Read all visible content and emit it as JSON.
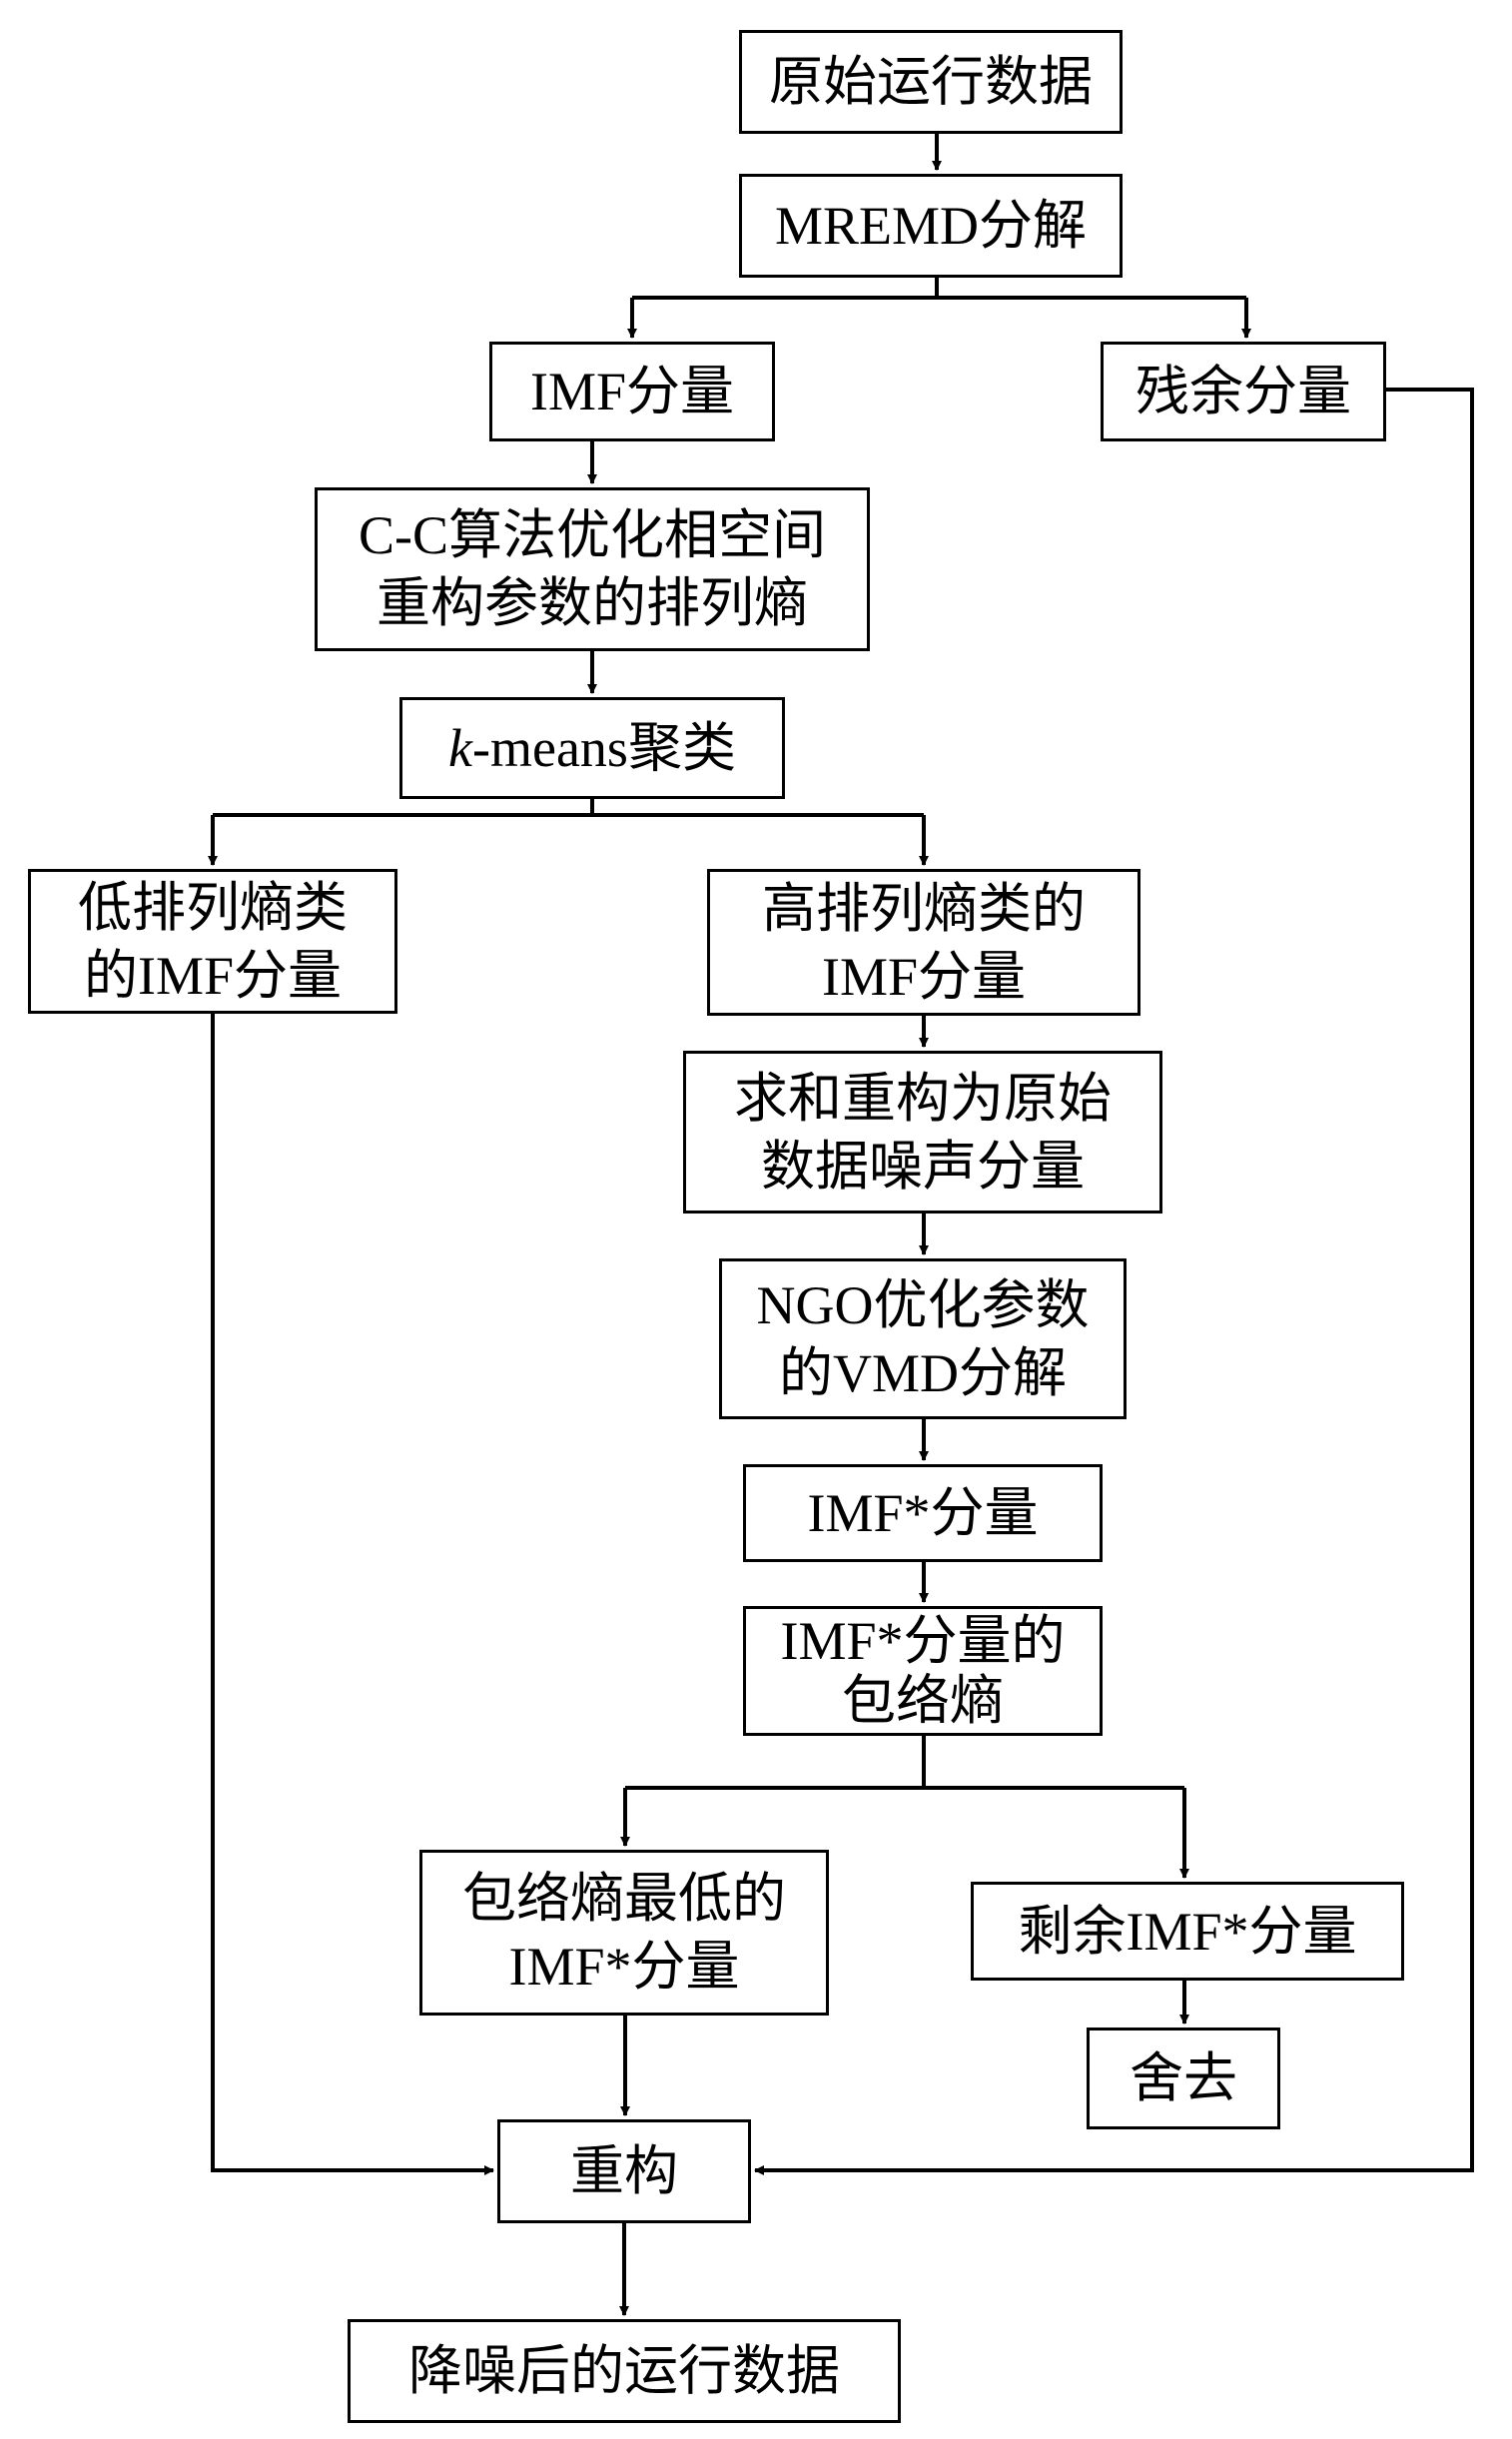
{
  "nodes": {
    "raw_data": [
      "原始运行数据"
    ],
    "mremd": [
      "MREMD分解"
    ],
    "imf": [
      "IMF分量"
    ],
    "residual": [
      "残余分量"
    ],
    "pe": [
      "C-C算法优化相空间",
      "重构参数的排列熵"
    ],
    "kmeans_k": "k",
    "kmeans_rest": "-means聚类",
    "low_pe": [
      "低排列熵类",
      "的IMF分量"
    ],
    "high_pe": [
      "高排列熵类的",
      "IMF分量"
    ],
    "sum_noise": [
      "求和重构为原始",
      "数据噪声分量"
    ],
    "ngo_vmd": [
      "NGO优化参数",
      "的VMD分解"
    ],
    "imf_star": [
      "IMF*分量"
    ],
    "env_entropy": [
      "IMF*分量的",
      "包络熵"
    ],
    "min_env": [
      "包络熵最低的",
      "IMF*分量"
    ],
    "rest_imf": [
      "剩余IMF*分量"
    ],
    "discard": [
      "舍去"
    ],
    "reconstruct": [
      "重构"
    ],
    "denoised": [
      "降噪后的运行数据"
    ]
  }
}
